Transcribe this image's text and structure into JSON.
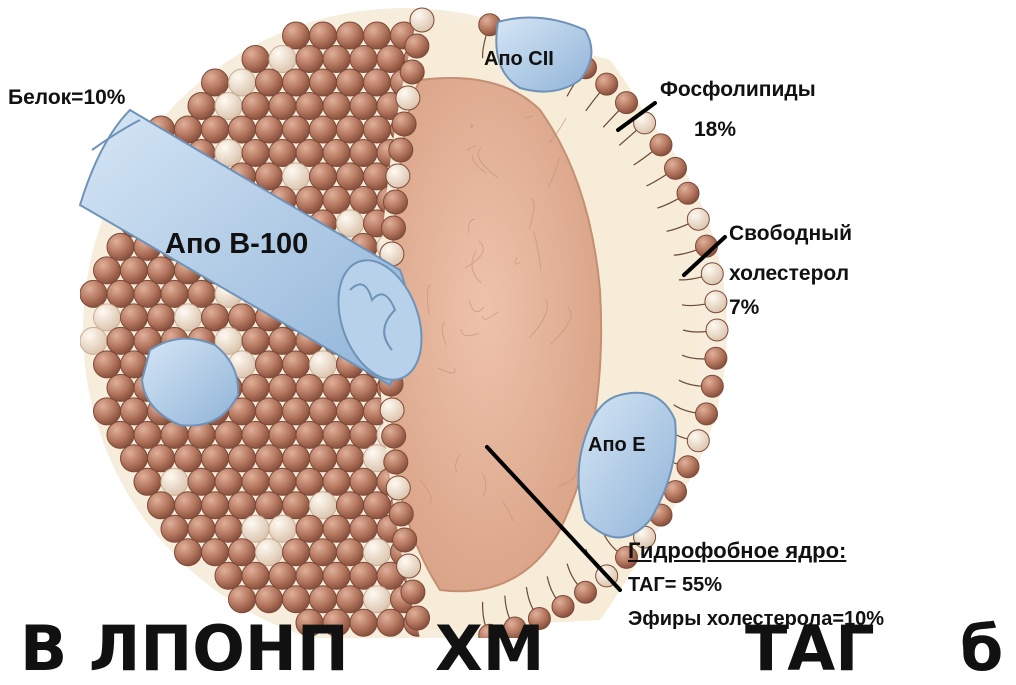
{
  "labels": {
    "protein": "Белок=10%",
    "apo_cii": "Апо CII",
    "apo_b100": "Апо В-100",
    "apo_e": "Апо Е",
    "phospholipids": "Фосфолипиды",
    "phospholipids_pct": "18%",
    "free_chol_1": "Свободный",
    "free_chol_2": "холестерол",
    "free_chol_pct": "7%",
    "core_title": "Гидрофобное ядро:",
    "core_tag": "ТАГ= 55%",
    "core_esters": "Эфиры холестерола=10%"
  },
  "bottom_text": {
    "left": "В ЛПОНП",
    "middle": "ХМ",
    "right": "ТАГ",
    "right2": "б"
  },
  "colors": {
    "phospholipid_head": "#b5775f",
    "cholesterol_head": "#f1e2d0",
    "apoprotein": "#a9c7e4",
    "core": "#e6b7a0",
    "line": "#000000"
  }
}
